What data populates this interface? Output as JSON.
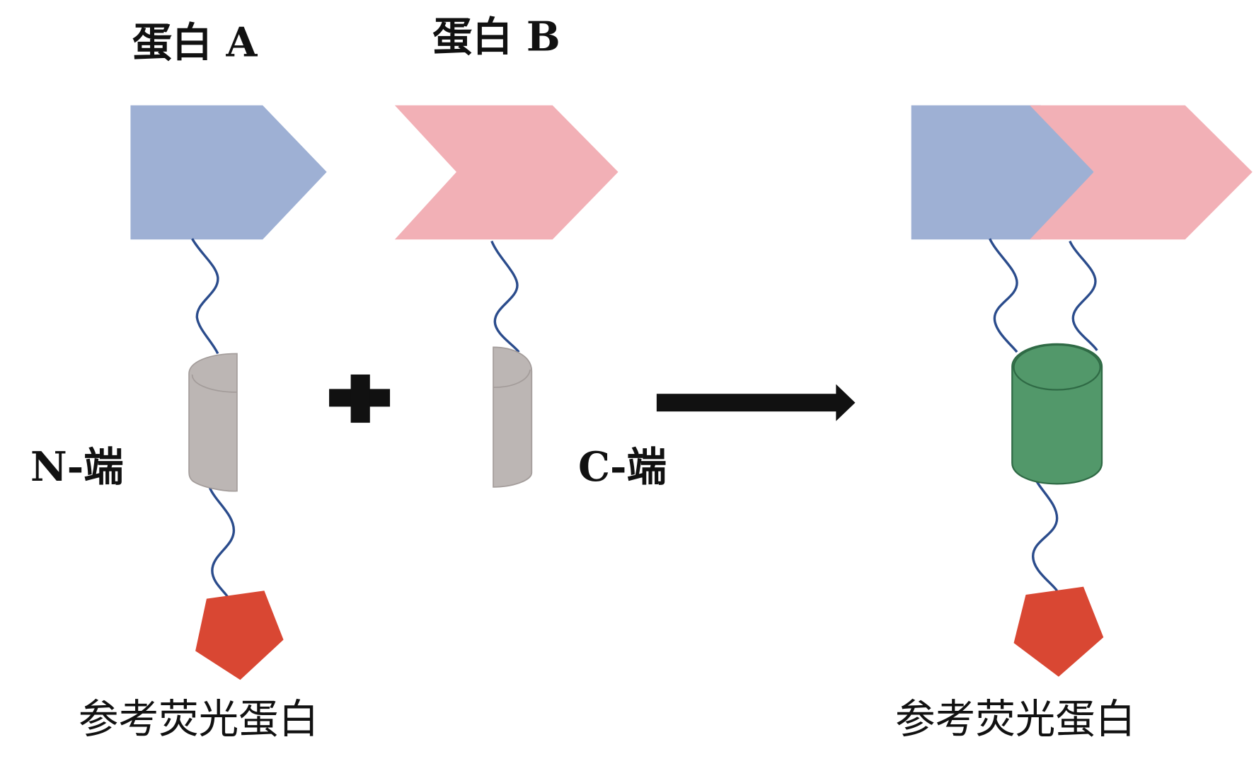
{
  "labels": {
    "protein_a": "蛋白 A",
    "protein_b": "蛋白 B",
    "n_terminal": "N-端",
    "c_terminal": "C-端",
    "reference_fp_left": "参考荧光蛋白",
    "reference_fp_right": "参考荧光蛋白",
    "plus": "+",
    "arrow": "→"
  },
  "colors": {
    "protein_a": "#9eb0d4",
    "protein_b": "#f2b0b6",
    "fragment_gray": "#bcb6b4",
    "complemented_green": "#52986a",
    "reference_fp_red": "#d94733",
    "linker": "#2b4c8c"
  }
}
